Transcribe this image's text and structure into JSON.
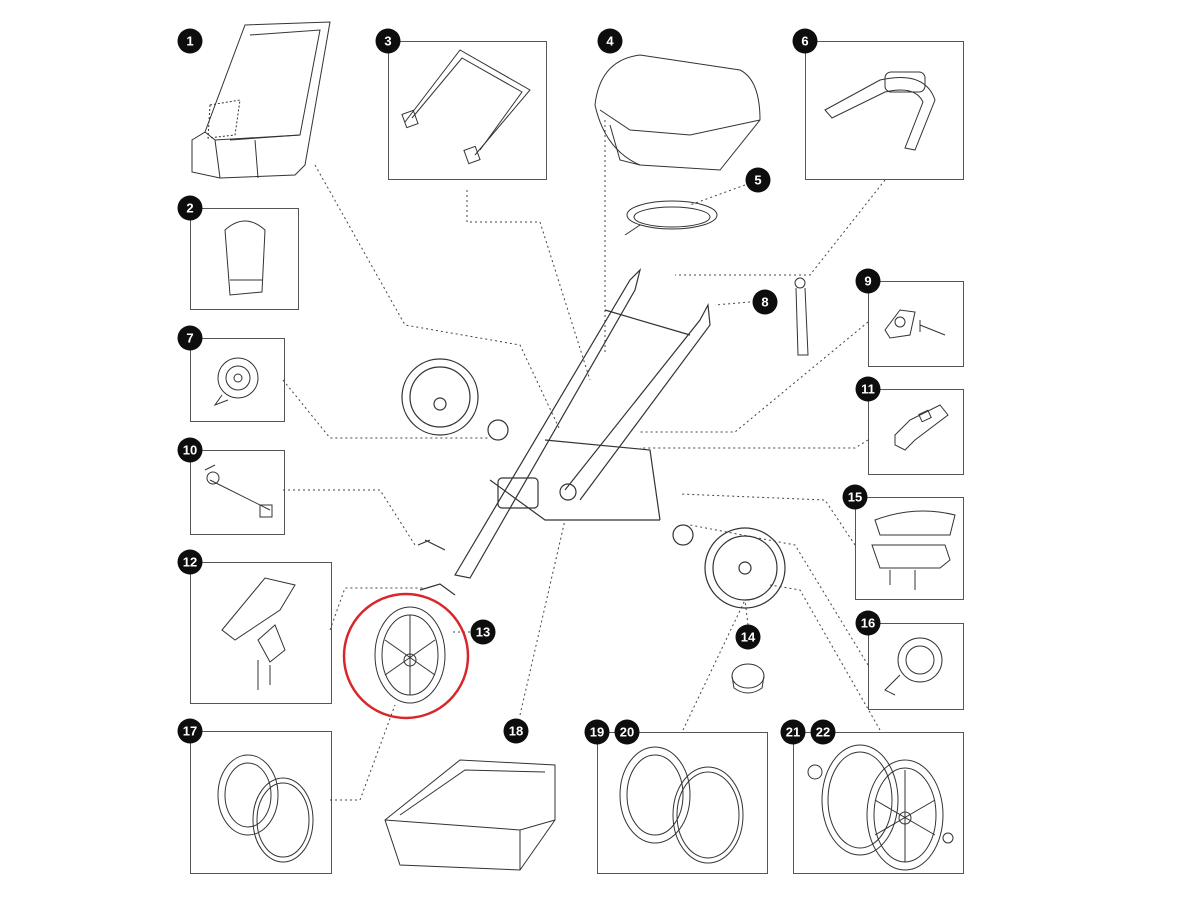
{
  "diagram": {
    "parts": [
      {
        "id": "1",
        "label": "1"
      },
      {
        "id": "2",
        "label": "2"
      },
      {
        "id": "3",
        "label": "3"
      },
      {
        "id": "4",
        "label": "4"
      },
      {
        "id": "5",
        "label": "5"
      },
      {
        "id": "6",
        "label": "6"
      },
      {
        "id": "7",
        "label": "7"
      },
      {
        "id": "8",
        "label": "8"
      },
      {
        "id": "9",
        "label": "9"
      },
      {
        "id": "10",
        "label": "10"
      },
      {
        "id": "11",
        "label": "11"
      },
      {
        "id": "12",
        "label": "12"
      },
      {
        "id": "13",
        "label": "13"
      },
      {
        "id": "14",
        "label": "14"
      },
      {
        "id": "15",
        "label": "15"
      },
      {
        "id": "16",
        "label": "16"
      },
      {
        "id": "17",
        "label": "17"
      },
      {
        "id": "18",
        "label": "18"
      },
      {
        "id": "19",
        "label": "19"
      },
      {
        "id": "20",
        "label": "20"
      },
      {
        "id": "21",
        "label": "21"
      },
      {
        "id": "22",
        "label": "22"
      }
    ],
    "highlight": {
      "part": "13",
      "color": "#d9262b"
    },
    "line_color": "#333333"
  }
}
